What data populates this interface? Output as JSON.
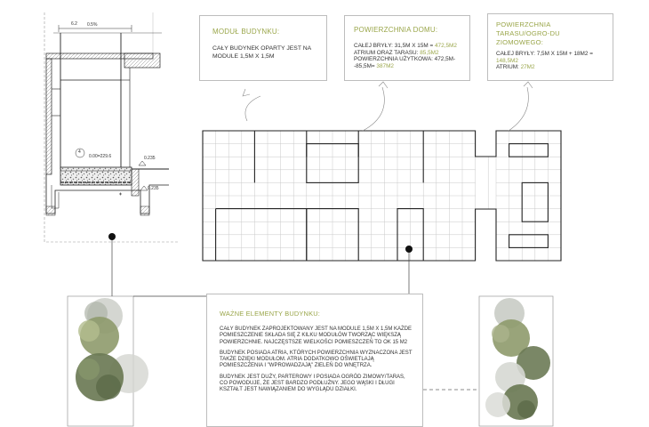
{
  "colors": {
    "accent": "#9aa64a",
    "line": "#222222",
    "grid": "#c9c9c9",
    "box_border": "#bdbdbd"
  },
  "section": {
    "dim_top": "6.2",
    "slope": "0.5%",
    "marker": "4",
    "level_floor": "0.00=229.6",
    "level_right_1": "0.235",
    "level_right_2": "0.235"
  },
  "modul": {
    "title": "MODUŁ BUDYNKU:",
    "text": "CAŁY BUDYNEK OPARTY JEST NA MODULE 1,5M X 1,5M"
  },
  "powierzchnia": {
    "title": "POWIERZCHNIA DOMU:",
    "line1": "CAŁEJ BRYŁY: 31,5M X 15M = ",
    "line1_val": "472,5M2",
    "line2": "ATRIUM ORAZ TARASU: ",
    "line2_val": "85,5M2",
    "line3": "POWIERZCHNIA UŻYTKOWA: 472,5M-",
    "line4": "-85,5M= ",
    "line4_val": "387M2"
  },
  "taras": {
    "title": "POWIERZCHNIA TARASU/OGRO-DU ZIOMOWEGO:",
    "line1": "CAŁEJ BRYŁY: 7,5M X 15M + 18M2 =",
    "line2_val": "148,5M2",
    "line3": "ATRIUM: ",
    "line3_val": "27M2"
  },
  "wazne": {
    "title": "WAŻNE ELEMENTY BUDYNKU:",
    "p1": "CAŁY BUDYNEK ZAPROJEKTOWANY JEST NA MODULE 1,5M X 1,5M KAŻDE POMIESZCZENIE SKŁADA SIĘ Z KILKU MODUŁÓW TWORZĄC WIĘKSZĄ POWIERZCHNIE. NAJCZĘSTSZE WIELKOŚCI POMIESZCZEŃ TO OK 15 M2",
    "p2": "BUDYNEK POSIADA ATRIA, KTÓRYCH POWIERZCHNIA WYZNACZONA JEST TAKŻE DZIĘKI MODUŁOM. ATRIA DODATKOWO OŚWIETLAJĄ POMIESZCZENIA I \"WPROWADZAJĄ\" ZIELEŃ DO WNĘTRZA.",
    "p3": "BUDYNEK JEST DUŻY, PARTEROWY I POSIADA OGRÓD ZIMOWY/TARAS, CO POWODUJE, ŻE JEST BARDZO PODŁUŻNY. JEGO WĄSKI I DŁUGI KSZTAŁT JEST NAWIĄZANIEM DO WYGLĄDU DZIAŁKI."
  }
}
